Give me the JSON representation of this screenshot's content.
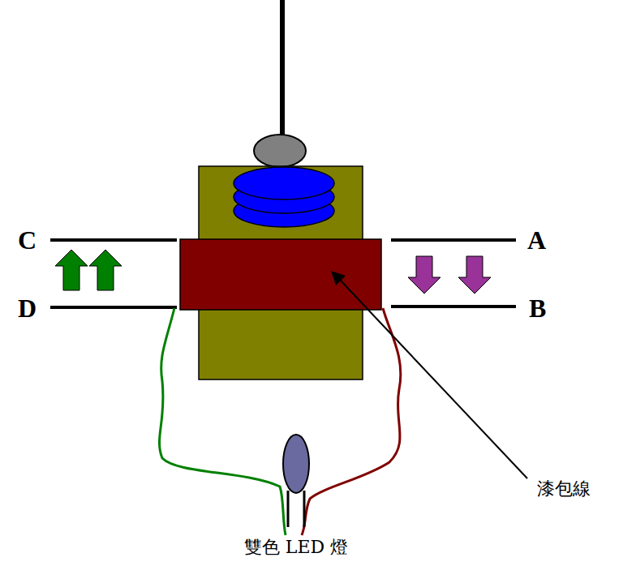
{
  "diagram": {
    "labels": [
      "C",
      "A",
      "D",
      "B",
      "漆包線",
      "雙色 LED 燈"
    ]
  }
}
